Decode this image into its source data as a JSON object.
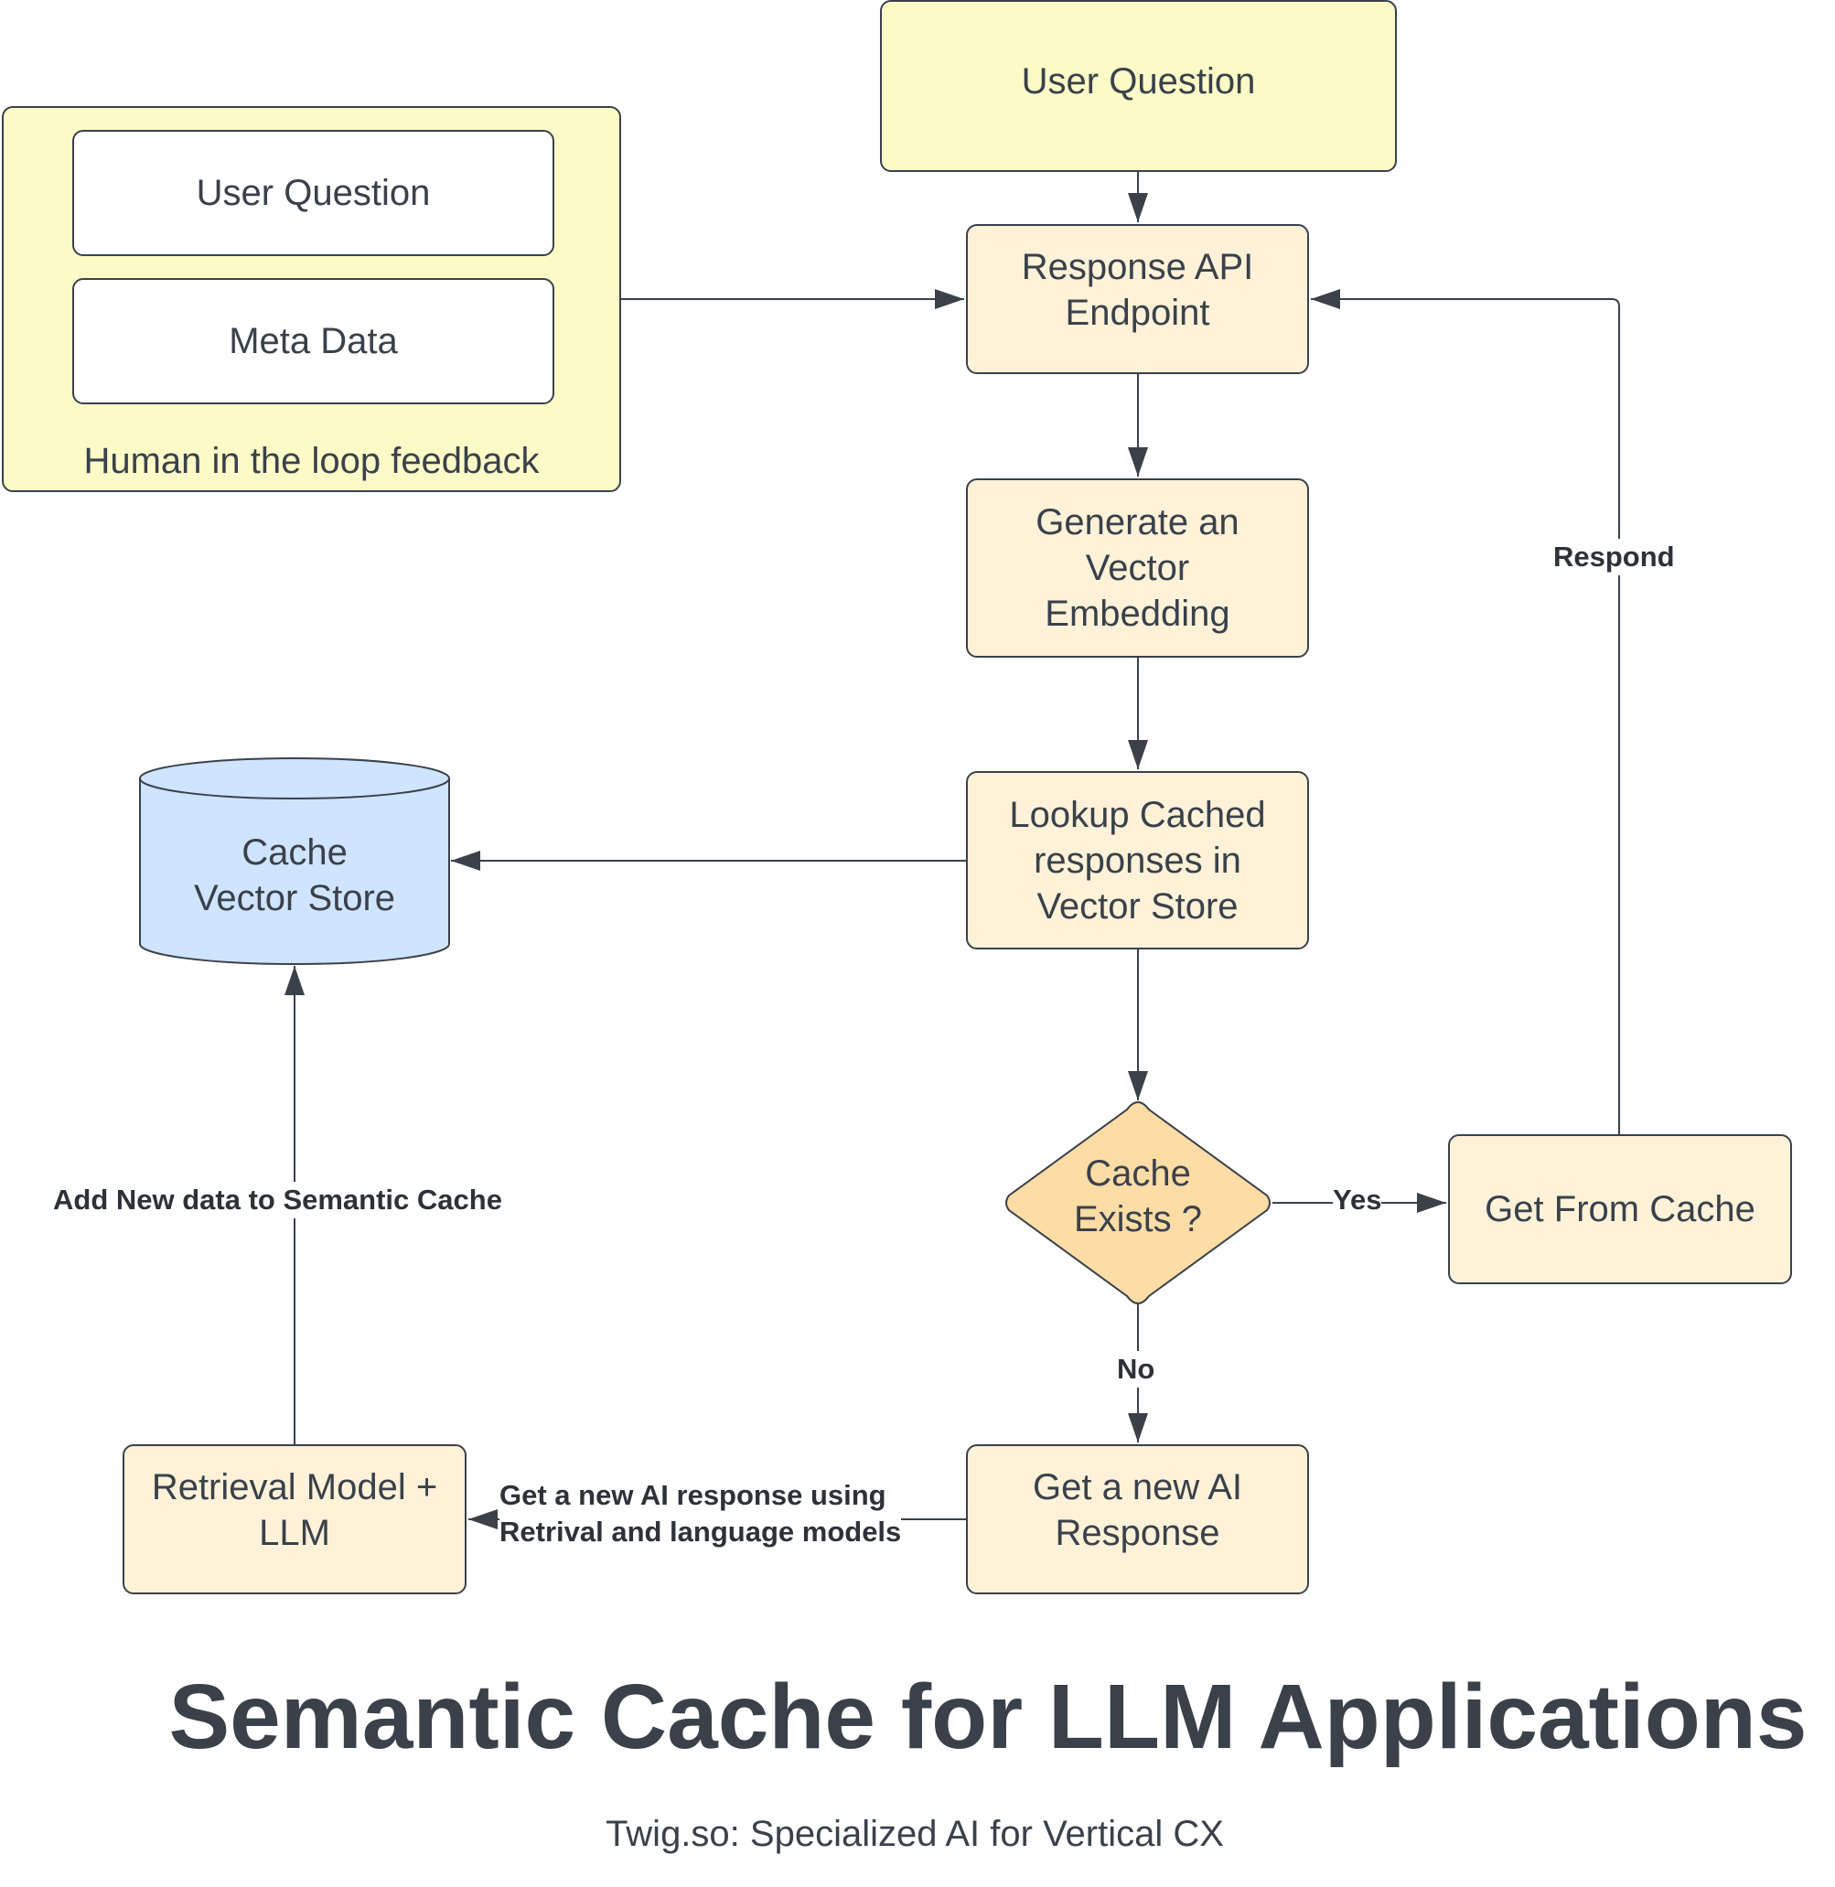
{
  "diagram": {
    "title": "Semantic Cache for LLM Applications",
    "subtitle": "Twig.so: Specialized AI for Vertical CX",
    "group": {
      "label": "Human in the loop feedback",
      "items": [
        "User Question",
        "Meta Data"
      ]
    },
    "nodes": {
      "user_question": "User Question",
      "response_api_line1": "Response API",
      "response_api_line2": "Endpoint",
      "generate_line1": "Generate an",
      "generate_line2": "Vector",
      "generate_line3": "Embedding",
      "lookup_line1": "Lookup Cached",
      "lookup_line2": "responses in",
      "lookup_line3": "Vector Store",
      "cache_store_line1": "Cache",
      "cache_store_line2": "Vector Store",
      "decision_line1": "Cache",
      "decision_line2": "Exists ?",
      "get_from_cache": "Get From Cache",
      "new_ai_line1": "Get a new AI",
      "new_ai_line2": "Response",
      "retrieval_line1": "Retrieval Model +",
      "retrieval_line2": "LLM"
    },
    "edge_labels": {
      "respond": "Respond",
      "yes": "Yes",
      "no": "No",
      "add_new_data": "Add New data to Semantic Cache",
      "get_new_line1": "Get a new AI response using",
      "get_new_line2": "Retrival and language models"
    },
    "colors": {
      "stroke": "#3a414a",
      "input_fill": "#fcfbc8",
      "process_fill": "#fff2d9",
      "decision_fill": "#fddca6",
      "store_fill": "#cfe4ff"
    }
  }
}
